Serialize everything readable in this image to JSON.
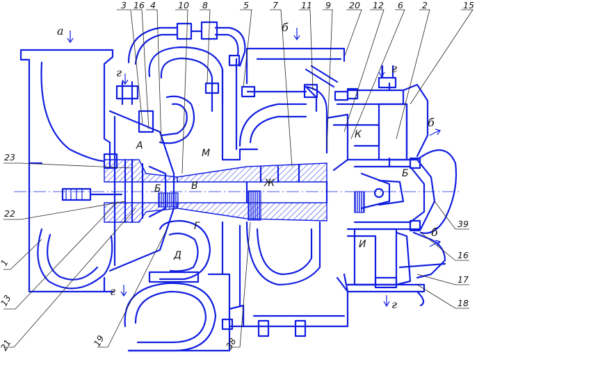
{
  "part_numbers": [
    {
      "id": "p3",
      "text": "3"
    },
    {
      "id": "p16a",
      "text": "16"
    },
    {
      "id": "p4",
      "text": "4"
    },
    {
      "id": "p10",
      "text": "10"
    },
    {
      "id": "p8",
      "text": "8"
    },
    {
      "id": "p5",
      "text": "5"
    },
    {
      "id": "p7",
      "text": "7"
    },
    {
      "id": "p11",
      "text": "11"
    },
    {
      "id": "p9",
      "text": "9"
    },
    {
      "id": "p20",
      "text": "20"
    },
    {
      "id": "p12",
      "text": "12"
    },
    {
      "id": "p6",
      "text": "6"
    },
    {
      "id": "p2",
      "text": "2"
    },
    {
      "id": "p15",
      "text": "15"
    },
    {
      "id": "p23",
      "text": "23"
    },
    {
      "id": "p22",
      "text": "22"
    },
    {
      "id": "p1",
      "text": "1"
    },
    {
      "id": "p13",
      "text": "13"
    },
    {
      "id": "p21",
      "text": "21"
    },
    {
      "id": "p19",
      "text": "19"
    },
    {
      "id": "p38",
      "text": "38"
    },
    {
      "id": "p39",
      "text": "39"
    },
    {
      "id": "p16b",
      "text": "16"
    },
    {
      "id": "p17",
      "text": "17"
    },
    {
      "id": "p18",
      "text": "18"
    }
  ],
  "flow_labels": {
    "a": "а",
    "b_top": "б",
    "b_right_upper": "б",
    "b_right_lower": "б",
    "g_left_top": "г",
    "g_right_top": "г",
    "g_left_bottom": "г",
    "g_right_bottom": "г"
  },
  "zone_labels": {
    "A": "А",
    "B_left": "Б",
    "V": "В",
    "G": "Г",
    "D": "Д",
    "M": "М",
    "ZH": "Ж",
    "K": "К",
    "B_right": "Б",
    "I": "И"
  }
}
